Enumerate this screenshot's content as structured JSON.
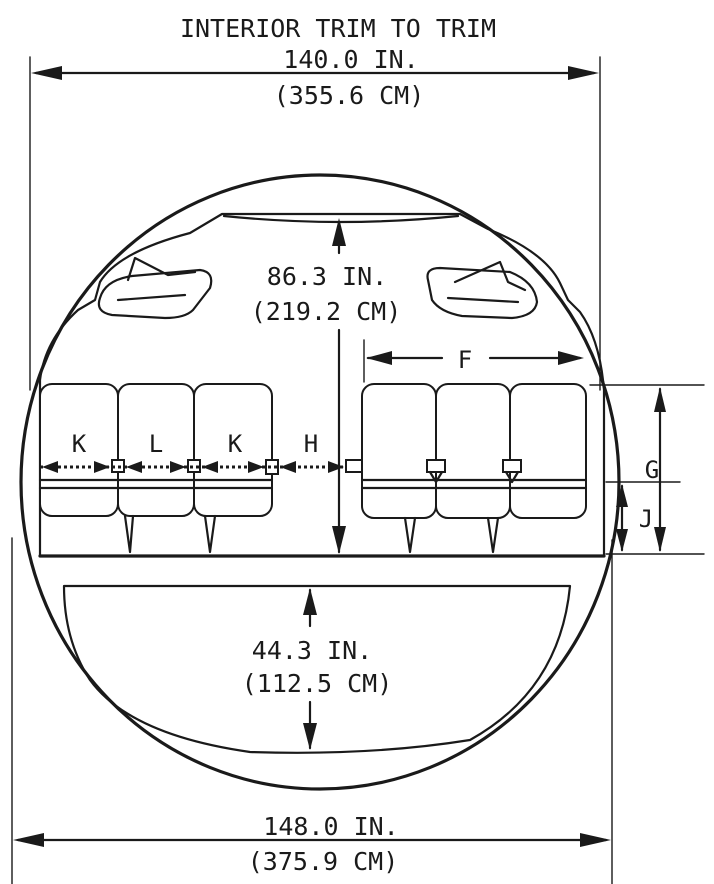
{
  "top_dimension": {
    "caption": "INTERIOR TRIM TO TRIM",
    "inches": "140.0 IN.",
    "cm": "(355.6 CM)"
  },
  "ceiling_height": {
    "inches": "86.3 IN.",
    "cm": "(219.2 CM)"
  },
  "cargo_height": {
    "inches": "44.3 IN.",
    "cm": "(112.5 CM)"
  },
  "bottom_dimension": {
    "inches": "148.0 IN.",
    "cm": "(375.9 CM)"
  },
  "letters": {
    "F": "F",
    "G": "G",
    "J": "J",
    "H": "H",
    "K1": "K",
    "L": "L",
    "K2": "K"
  }
}
